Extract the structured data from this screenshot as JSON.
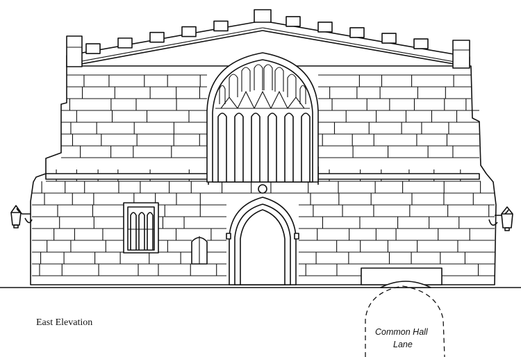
{
  "drawing": {
    "caption": "East Elevation",
    "passage_label_line1": "Common Hall",
    "passage_label_line2": "Lane",
    "colors": {
      "ink": "#111111",
      "paper": "#ffffff"
    },
    "elements": [
      "crenellated-parapet",
      "gable",
      "traceried-window",
      "gate-arch",
      "small-window",
      "lanterns",
      "stone-courses"
    ]
  }
}
